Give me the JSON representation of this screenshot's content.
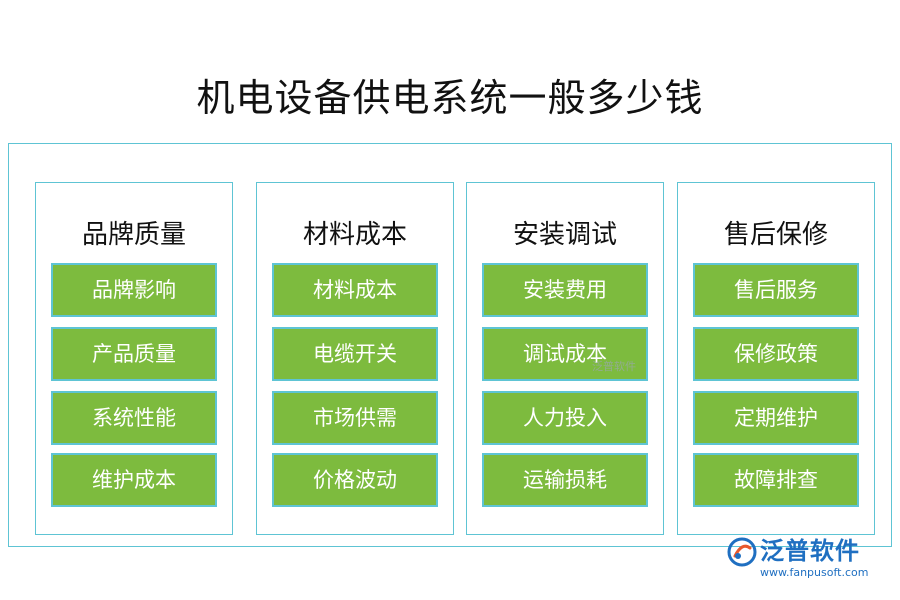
{
  "title": "机电设备供电系统一般多少钱",
  "columns": [
    {
      "title": "品牌质量",
      "items": [
        "品牌影响",
        "产品质量",
        "系统性能",
        "维护成本"
      ]
    },
    {
      "title": "材料成本",
      "items": [
        "材料成本",
        "电缆开关",
        "市场供需",
        "价格波动"
      ]
    },
    {
      "title": "安装调试",
      "items": [
        "安装费用",
        "调试成本",
        "人力投入",
        "运输损耗"
      ]
    },
    {
      "title": "售后保修",
      "items": [
        "售后服务",
        "保修政策",
        "定期维护",
        "故障排查"
      ]
    }
  ],
  "watermark": {
    "center_text": "泛普软件"
  },
  "logo": {
    "name": "泛普软件",
    "url": "www.fanpusoft.com",
    "icon": "fanpu-logo-icon"
  },
  "colors": {
    "border": "#5ec4d4",
    "item_fill": "#7dbb3e",
    "logo": "#1f6fc1"
  }
}
